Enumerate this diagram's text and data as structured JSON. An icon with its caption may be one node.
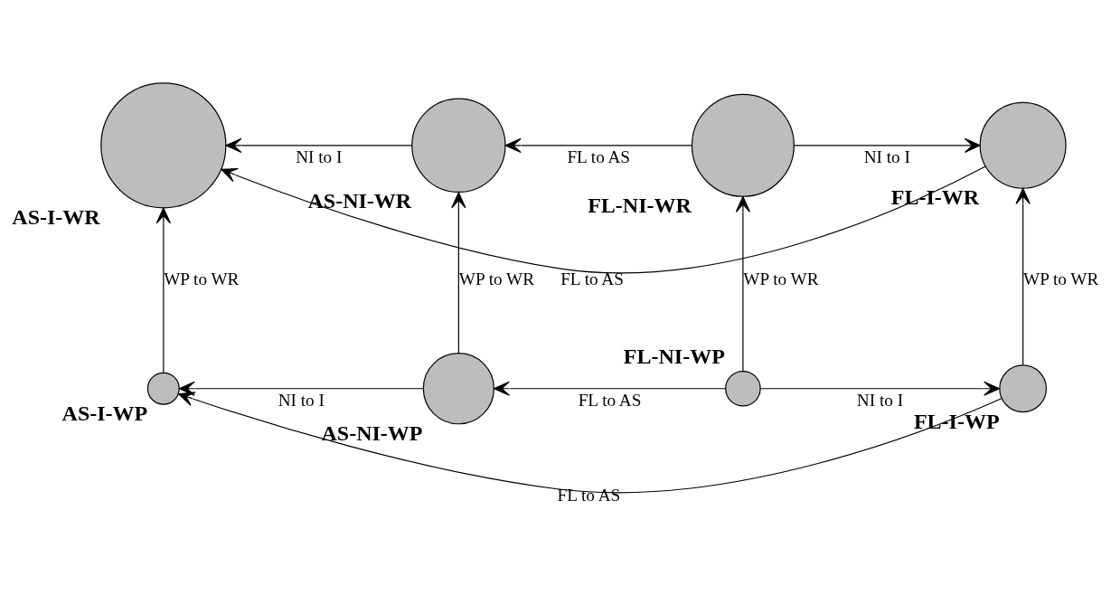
{
  "diagram": {
    "nodes": [
      {
        "text": [
          "FL-NI-WR"
        ]
      },
      {
        "text": [
          "AS-NI-WR"
        ]
      },
      {
        "text": [
          "AS-I-WR"
        ]
      },
      {
        "text": [
          "FL-I-WR"
        ]
      },
      {
        "text": [
          "AS-NI-WP"
        ]
      },
      {
        "text": [
          "FL-NI-WP"
        ]
      },
      {
        "text": [
          "AS-I-WP"
        ]
      },
      {
        "text": [
          "FL-I-WP"
        ]
      }
    ],
    "edges": [
      {
        "from": 0,
        "to": 1,
        "arrow": "to",
        "label": "FL to AS"
      },
      {
        "from": 1,
        "to": 2,
        "arrow": "to",
        "label": "NI to I"
      },
      {
        "from": 0,
        "to": 3,
        "arrow": "to",
        "label": "NI to I"
      },
      {
        "from": 3,
        "to": 2,
        "arrow": "to",
        "label": "FL to AS"
      },
      {
        "from": 4,
        "to": 1,
        "arrow": "to",
        "label": "WP to WR"
      },
      {
        "from": 5,
        "to": 0,
        "arrow": "to",
        "label": "WP to WR"
      },
      {
        "from": 5,
        "to": 4,
        "arrow": "to",
        "label": "FL to AS"
      },
      {
        "from": 4,
        "to": 6,
        "arrow": "to",
        "label": "NI to I"
      },
      {
        "from": 6,
        "to": 2,
        "arrow": "to",
        "label": "WP to WR"
      },
      {
        "from": 7,
        "to": 3,
        "arrow": "to",
        "label": "WP to WR"
      },
      {
        "from": 5,
        "to": 7,
        "arrow": "to",
        "label": "NI to I"
      },
      {
        "from": 7,
        "to": 6,
        "arrow": "to",
        "label": "FL to AS"
      }
    ]
  }
}
